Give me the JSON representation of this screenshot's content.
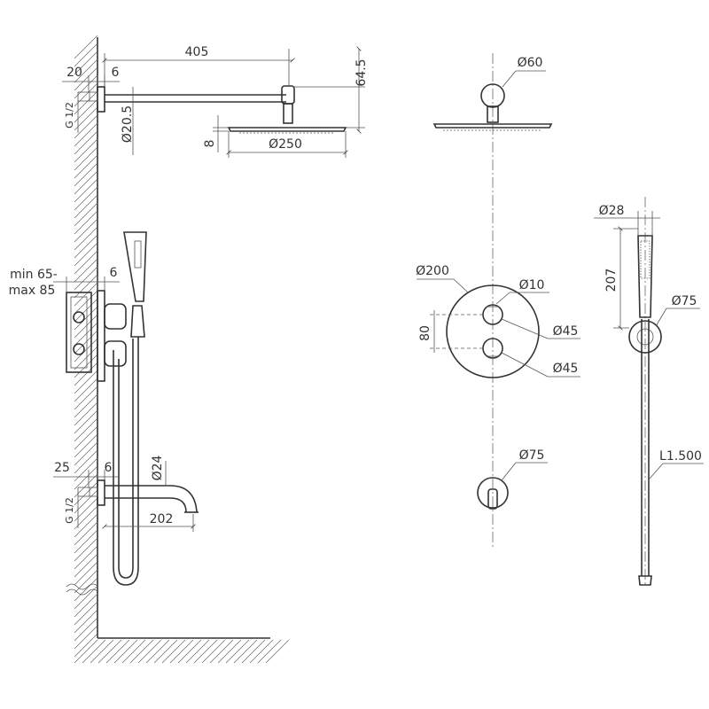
{
  "dimensions": {
    "arm_length": "405",
    "wall_flange": "20",
    "flange_gap_top": "6",
    "drop_height": "64.5",
    "thread_top": "G 1/2",
    "arm_diameter": "Ø20.5",
    "head_thickness": "8",
    "head_diameter": "Ø250",
    "ceiling_flange": "Ø60",
    "box_depth_min": "min 65-",
    "box_depth_max": "max 85",
    "plate_gap": "6",
    "plate_diameter": "Ø200",
    "pin_diameter": "Ø10",
    "knob_spacing": "80",
    "knob_top": "Ø45",
    "knob_bottom": "Ø45",
    "spout_flange": "25",
    "spout_gap": "6",
    "spout_diameter": "Ø24",
    "thread_bottom": "G 1/2",
    "spout_length": "202",
    "spout_rosette": "Ø75",
    "handset_diameter": "Ø28",
    "handset_length": "207",
    "holder_diameter": "Ø75",
    "hose_length": "L1.500"
  }
}
